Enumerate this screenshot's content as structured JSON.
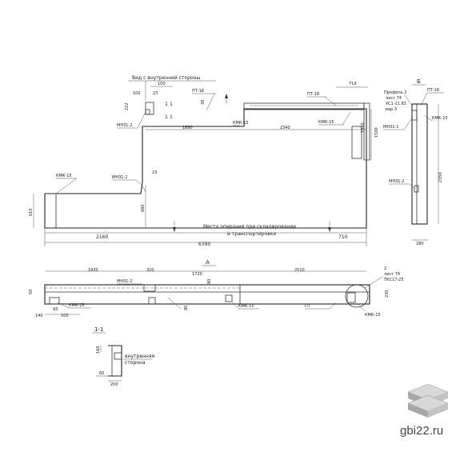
{
  "plan_labels": {
    "inner_side_note": "Вид с внутренней стороны",
    "transport_note_1": "Места опирания при складировании",
    "transport_note_2": "и транспортировке",
    "section_a_mark": "А",
    "section_b_mark": "Б",
    "section_11_mark": "1-1",
    "inner_side_note_2a": "внутренняя",
    "inner_side_note_2b": "сторона"
  },
  "part_marks": {
    "pt18_a": "ПТ-18",
    "pt18_b": "ПТ-18",
    "pt18_c": "ПТ-18",
    "kmk15_a": "КМК-15",
    "kmk15_b": "КМК-15",
    "kmk15_c": "КМК-15",
    "kmk15_d": "КМК-15",
    "kmk15_e": "КМК-15",
    "kmk15_f": "КМК-15",
    "mn31_2_a": "МН31-2",
    "mn31_2_b": "МН31-2",
    "mn31_2_c": "МН31-2",
    "mn31_2_d": "МН31-2",
    "mn31_1": "МН31-1",
    "pt_plain": "ПТ",
    "profile_1": "Профиль 2",
    "profile_2": "лист 74",
    "profile_3": "УС1-11.83",
    "profile_4": "вар.3",
    "z_note_1": "2",
    "z_note_2": "лист 74",
    "z_note_3": "ТКС17-25"
  },
  "dims": {
    "d100_top": "100",
    "d100_left": "100",
    "d23_a": "23",
    "d23_b": "23",
    "d222": "222",
    "d30": "30",
    "d719": "719",
    "d1500": "1500",
    "d1690": "1690",
    "d2340": "2340",
    "d1500_side": "1500",
    "d610": "610",
    "d680": "680",
    "d2160": "2160",
    "d710": "710",
    "d6390": "6390",
    "d2350": "2350",
    "d280": "280",
    "d1930": "1930",
    "d320": "320",
    "d1720": "1720",
    "d2510": "2510",
    "d50": "50",
    "d80": "80",
    "d230": "230",
    "d140": "140",
    "d93": "93",
    "d100_bot": "100",
    "d80_s": "80",
    "d160": "160",
    "d200": "200",
    "d60": "60"
  },
  "watermark": "gbi22.ru",
  "colors": {
    "line": "#333333",
    "cube_top": "#d8d8d8",
    "cube_side": "#a8a8a8"
  }
}
